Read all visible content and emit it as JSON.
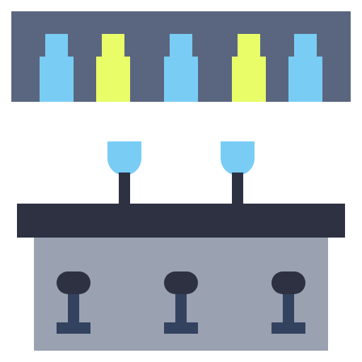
{
  "colors": {
    "shelf": "#5a6680",
    "bottle_blue": "#79cdf5",
    "bottle_yellow": "#e9fd68",
    "glass_bowl": "#79cdf5",
    "glass_stem": "#2d3142",
    "counter_top": "#2d3142",
    "counter_front": "#9aa1b1",
    "stool_seat": "#2d3142",
    "stool_leg": "#33425e"
  },
  "icons": {
    "shelf": "shelf-icon",
    "bottle": "bottle-icon",
    "glass": "wine-glass-icon",
    "counter": "bar-counter-icon",
    "stool": "bar-stool-icon"
  },
  "bottles": [
    {
      "color": "bottle_blue"
    },
    {
      "color": "bottle_yellow"
    },
    {
      "color": "bottle_blue"
    },
    {
      "color": "bottle_yellow"
    },
    {
      "color": "bottle_blue"
    }
  ],
  "glasses_count": 2,
  "stools_count": 3
}
